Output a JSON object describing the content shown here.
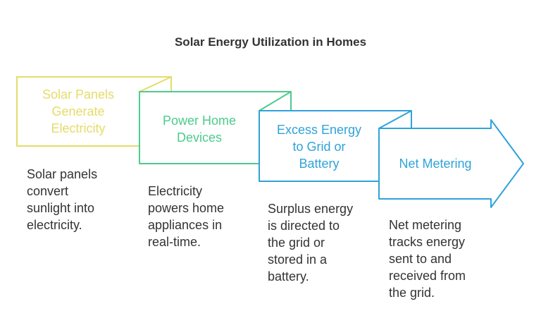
{
  "title": "Solar Energy Utilization in Homes",
  "steps": [
    {
      "label": "Solar Panels\nGenerate\nElectricity",
      "description": "Solar panels\nconvert\nsunlight into\nelectricity.",
      "color": "#E5DC69"
    },
    {
      "label": "Power Home\nDevices",
      "description": "Electricity\npowers home\nappliances in\nreal-time.",
      "color": "#4CCB8C"
    },
    {
      "label": "Excess Energy\nto Grid or\nBattery",
      "description": "Surplus energy\nis directed to\nthe grid or\nstored in a\nbattery.",
      "color": "#2FA3D9"
    },
    {
      "label": "Net Metering",
      "description": "Net metering\ntracks energy\nsent to and\nreceived from\nthe grid.",
      "color": "#2FA3D9"
    }
  ]
}
